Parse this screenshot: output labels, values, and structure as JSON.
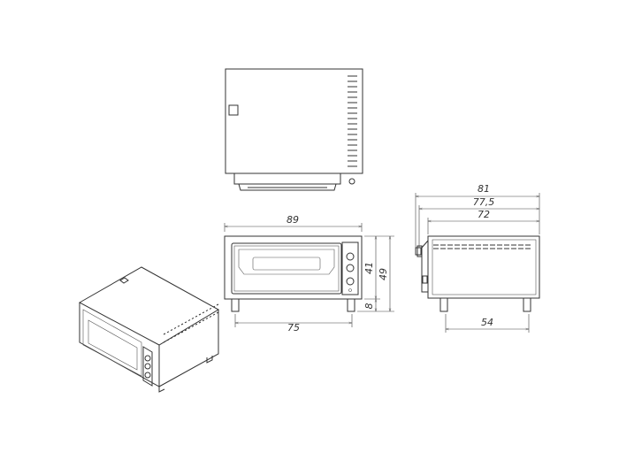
{
  "drawing": {
    "line_color": "#333333",
    "views": [
      "top-view",
      "front-view",
      "side-view",
      "isometric-view"
    ],
    "front_dimensions": {
      "width": "89",
      "feet_span": "75",
      "body_height": "41",
      "total_height": "49",
      "feet_height": "8"
    },
    "side_dimensions": {
      "overall_depth": "81",
      "depth_with_knobs": "77,5",
      "body_depth": "72",
      "feet_span": "54"
    }
  }
}
